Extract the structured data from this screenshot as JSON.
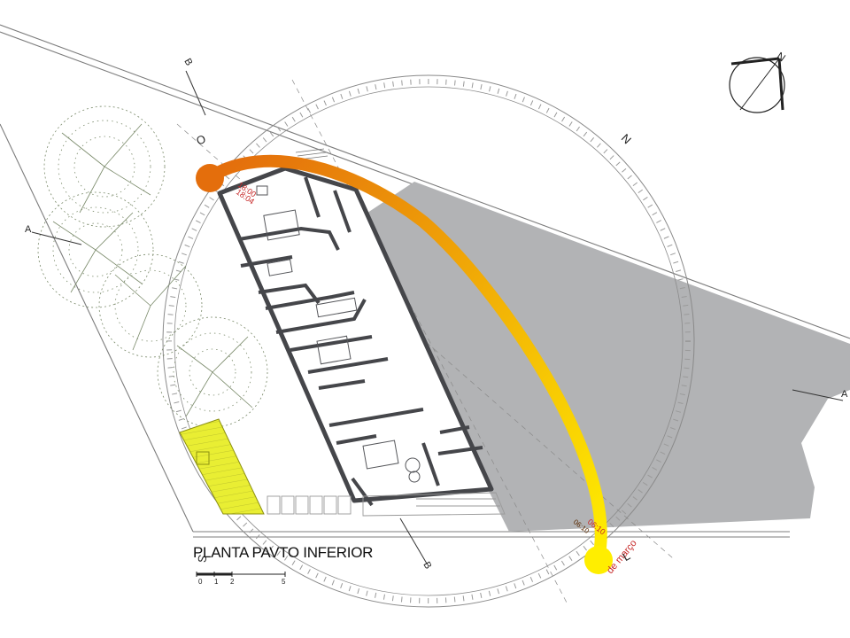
{
  "drawing": {
    "title": "PLANTA PAVTO INFERIOR",
    "scale_labels": [
      "0",
      "1",
      "2",
      "5"
    ],
    "north_arrow_label": "N",
    "compass": {
      "north": "N",
      "west": "O",
      "east": "L",
      "south": "S"
    },
    "section_markers": {
      "a_left": "A",
      "a_right": "A",
      "b_top": "B",
      "b_bottom": "B"
    },
    "sun_path": {
      "sunset_time_1": "18:00",
      "sunset_time_2": "18:04",
      "sunrise_time_1": "06:10",
      "sunrise_time_2": "06:10",
      "date_label": "de março"
    },
    "colors": {
      "sun_start": "#e46e0c",
      "sun_end": "#ffee00",
      "shadow": "#b2b3b5",
      "pool": "#e9ee33",
      "walls": "#45464a",
      "time_red": "#c62828"
    }
  }
}
